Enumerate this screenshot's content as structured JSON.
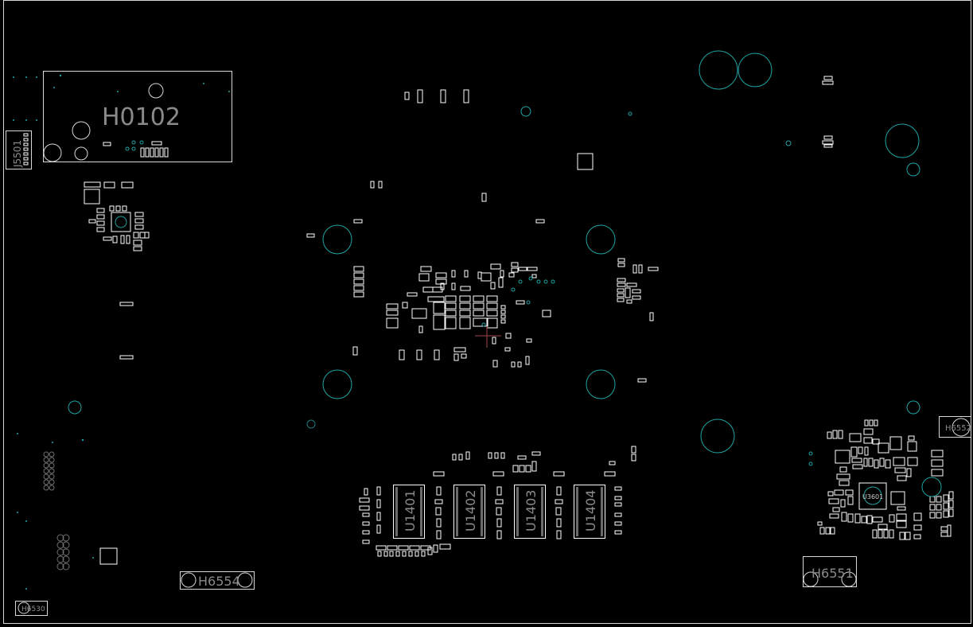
{
  "colors": {
    "background": "#000000",
    "outline": "#d8d8d8",
    "pad": "#ffffff",
    "via": "#1fa3a3",
    "label": "#8a8a8a",
    "marker": "#a04848"
  },
  "labels": {
    "h0102": "H0102",
    "j5501": "J5501",
    "u1401": "U1401",
    "u1402": "U1402",
    "u1403": "U1403",
    "u1404": "U1404",
    "u3601": "U3601",
    "h6551": "H6551",
    "h6552": "H6552",
    "h6554": "H6554",
    "h6530": "H6530"
  }
}
